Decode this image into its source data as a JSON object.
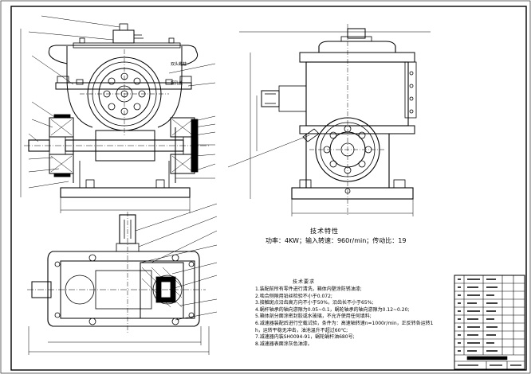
{
  "drawing": {
    "title": "",
    "spec_title": "技术特性",
    "spec_line": "功率：4KW；输入转速：960r/min；传动比：19",
    "notes_title": "技术要求",
    "notes": [
      "1.装配前所有零件进行清洗，箱体内壁涂防锈油漆;",
      "2.啮合侧隙用铅丝检验不小于0.072;",
      "3.接触斑点沿齿高方向不小于50%，沿齿长不小于65%;",
      "4.蜗杆轴承的轴向游隙为0.05~0.1，蜗轮轴承的轴向游隙为0.12~0.20;",
      "5.箱体剖分面涂密封胶或水玻璃，不允许使用任何填料;",
      "6.减速器装配后进行空载试验，条件为：高速轴转速n=1000r/min，正反转各运转1",
      "h，运转平稳无冲击，油池温升不超过60℃;",
      "7.减速器内装SH0094-91，蜗轮蜗杆油680号;",
      "8.减速器表面涂灰色油漆。"
    ],
    "callouts": [
      "双头螺柱",
      "视孔盖"
    ]
  },
  "colors": {
    "line": "#000000",
    "background": "#ffffff",
    "frame": "#000000"
  }
}
